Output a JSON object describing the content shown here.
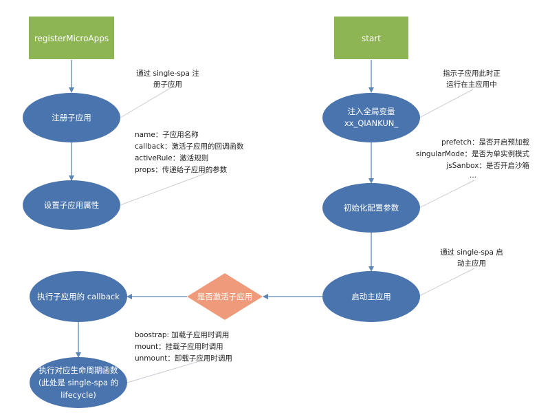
{
  "colors": {
    "box": "#8db553",
    "ellipse": "#4a74ad",
    "diamond": "#ef9b7b",
    "edge": "#5b87b8",
    "callout": "#c8cdd3",
    "text_on_shape": "#ffffff",
    "note_text": "#222222"
  },
  "nodes": {
    "register_box": "registerMicroApps",
    "start_box": "start",
    "register_app": "注册子应用",
    "set_props": "设置子应用属性",
    "inject_vars": [
      "注入全局变量",
      "xx_QIANKUN_"
    ],
    "init_config": "初始化配置参数",
    "start_main": "启动主应用",
    "is_active": "是否激活子应用",
    "run_callback": "执行子应用的 callback",
    "run_lifecycle": [
      "执行对应生命周期函数",
      "(此处是 single-spa 的",
      "lifecycle)"
    ]
  },
  "notes": {
    "register_note": [
      "通过 single-spa 注",
      "册子应用"
    ],
    "props_note": [
      "name：子应用名称",
      "callback：激活子应用的回调函数",
      "activeRule：激活规则",
      "props：传递给子应用的参数"
    ],
    "inject_note": [
      "指示子应用此时正",
      "运行在主应用中"
    ],
    "config_note": [
      "prefetch：是否开启预加载",
      "singularMode：是否为单实例模式",
      "jsSanbox：是否开启沙箱",
      "..."
    ],
    "start_note": [
      "通过 single-spa 启",
      "动主应用"
    ],
    "lifecycle_note": [
      "boostrap: 加载子应用时调用",
      "mount：挂载子应用时调用",
      "unmount：卸载子应用时调用"
    ]
  }
}
